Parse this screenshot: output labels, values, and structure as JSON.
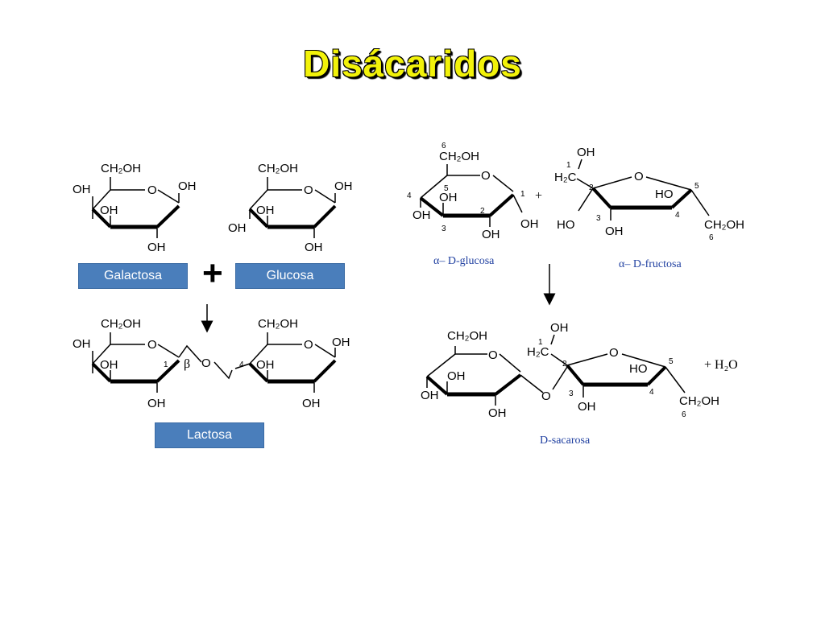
{
  "title": "Disácaridos",
  "labels": {
    "galactosa": "Galactosa",
    "glucosa": "Glucosa",
    "lactosa": "Lactosa"
  },
  "symbols": {
    "plus_big": "+",
    "plus_small": "+",
    "plus_h2o": "+ H₂O"
  },
  "chem": {
    "ch2oh": "CH₂OH",
    "oh": "OH",
    "ho": "HO",
    "o": "O",
    "h2c": "H₂C",
    "beta": "β"
  },
  "names": {
    "alpha_glucose": "α– D-glucosa",
    "alpha_fructose": "α– D-fructosa",
    "sucrose": "D-sacarosa"
  },
  "carbon_numbers": {
    "c1": "1",
    "c2": "2",
    "c3": "3",
    "c4": "4",
    "c5": "5",
    "c6": "6"
  }
}
